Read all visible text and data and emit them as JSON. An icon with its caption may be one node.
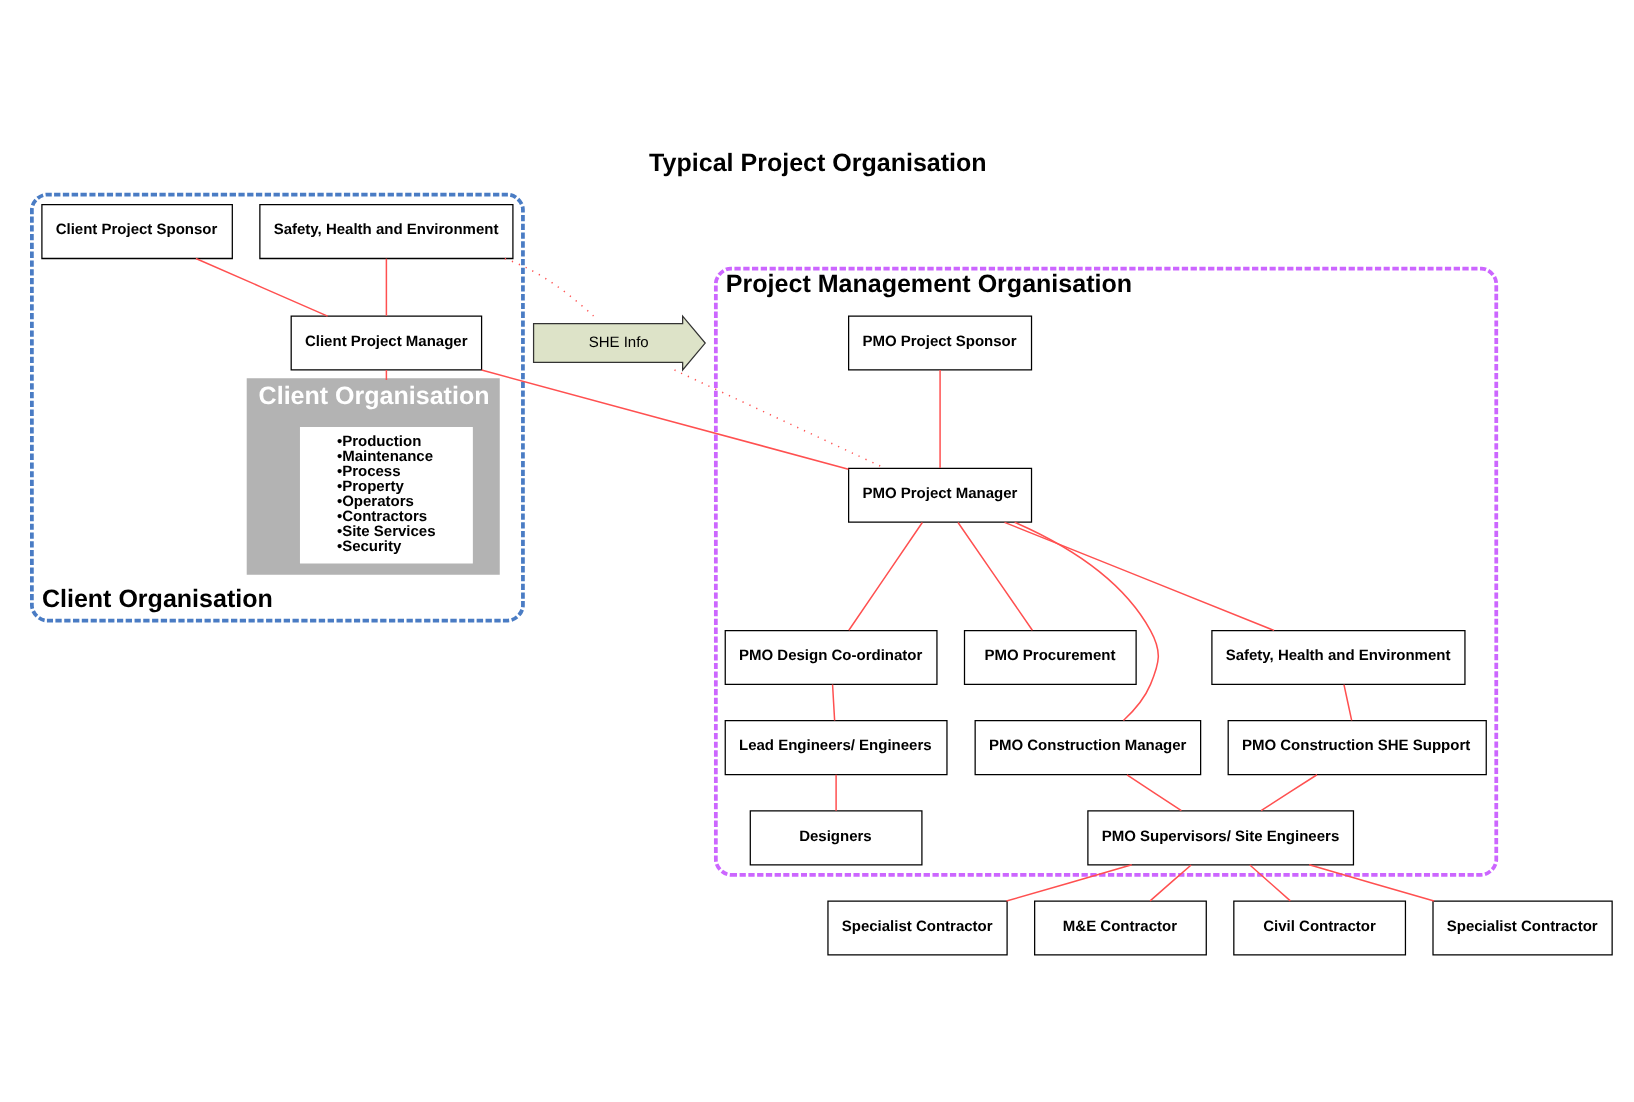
{
  "diagram": {
    "title": "Typical Project Organisation",
    "nodes": [
      {
        "text": [
          "Client Organisation"
        ]
      },
      {
        "text": [
          "Client Project Sponsor"
        ],
        "in": 0
      },
      {
        "text": [
          "Client Project Manager"
        ],
        "in": 0
      },
      {
        "text": [
          "Safety, Health and Environment"
        ],
        "in": 0
      },
      {
        "text": [
          "Client Organisation"
        ],
        "in": 0
      },
      {
        "text": [
          "•Production",
          "•Maintenance",
          "•Process",
          "•Property",
          "•Operators",
          "•Contractors",
          "•Site Services",
          "•Security"
        ],
        "in": 4
      },
      {
        "text": [
          "Project Management Organisation"
        ]
      },
      {
        "text": [
          "PMO Project Sponsor"
        ],
        "in": 6
      },
      {
        "text": [
          "PMO Project Manager"
        ],
        "in": 6
      },
      {
        "text": [
          "SHE Info"
        ]
      },
      {
        "text": [
          "PMO Design Co-ordinator"
        ],
        "in": 6
      },
      {
        "text": [
          "PMO Procurement"
        ],
        "in": 6
      },
      {
        "text": [
          "PMO Construction Manager"
        ],
        "in": 6
      },
      {
        "text": [
          "Safety, Health and Environment"
        ],
        "in": 6
      },
      {
        "text": [
          "PMO Construction SHE Support"
        ],
        "in": 6
      },
      {
        "text": [
          "Lead Engineers/ Engineers"
        ],
        "in": 6
      },
      {
        "text": [
          "PMO Supervisors/ Site Engineers"
        ],
        "in": 6
      },
      {
        "text": [
          "Designers"
        ],
        "in": 6
      },
      {
        "text": [
          "Specialist Contractor"
        ]
      },
      {
        "text": [
          "M&E Contractor"
        ]
      },
      {
        "text": [
          "Civil Contractor"
        ]
      },
      {
        "text": [
          "Specialist Contractor"
        ]
      }
    ],
    "edges": [
      {
        "from": 1,
        "to": 2,
        "arrow": "none"
      },
      {
        "from": 2,
        "to": 8,
        "arrow": "none"
      },
      {
        "from": 2,
        "to": 4,
        "arrow": "none"
      },
      {
        "from": 3,
        "to": 2,
        "arrow": "none"
      },
      {
        "from": 3,
        "to": 9,
        "arrow": "none",
        "style": "dashed"
      },
      {
        "from": 9,
        "to": 8,
        "arrow": "none",
        "style": "dashed"
      },
      {
        "from": 7,
        "to": 8,
        "arrow": "none"
      },
      {
        "from": 8,
        "to": 10,
        "arrow": "none"
      },
      {
        "from": 8,
        "to": 11,
        "arrow": "none"
      },
      {
        "from": 8,
        "to": 12,
        "arrow": "none"
      },
      {
        "from": 8,
        "to": 13,
        "arrow": "none"
      },
      {
        "from": 13,
        "to": 14,
        "arrow": "none"
      },
      {
        "from": 12,
        "to": 16,
        "arrow": "none"
      },
      {
        "from": 14,
        "to": 16,
        "arrow": "none"
      },
      {
        "from": 10,
        "to": 15,
        "arrow": "none"
      },
      {
        "from": 15,
        "to": 17,
        "arrow": "none"
      },
      {
        "from": 16,
        "to": 18,
        "arrow": "none"
      },
      {
        "from": 16,
        "to": 19,
        "arrow": "none"
      },
      {
        "from": 16,
        "to": 20,
        "arrow": "none"
      },
      {
        "from": 16,
        "to": 21,
        "arrow": "none"
      }
    ]
  }
}
